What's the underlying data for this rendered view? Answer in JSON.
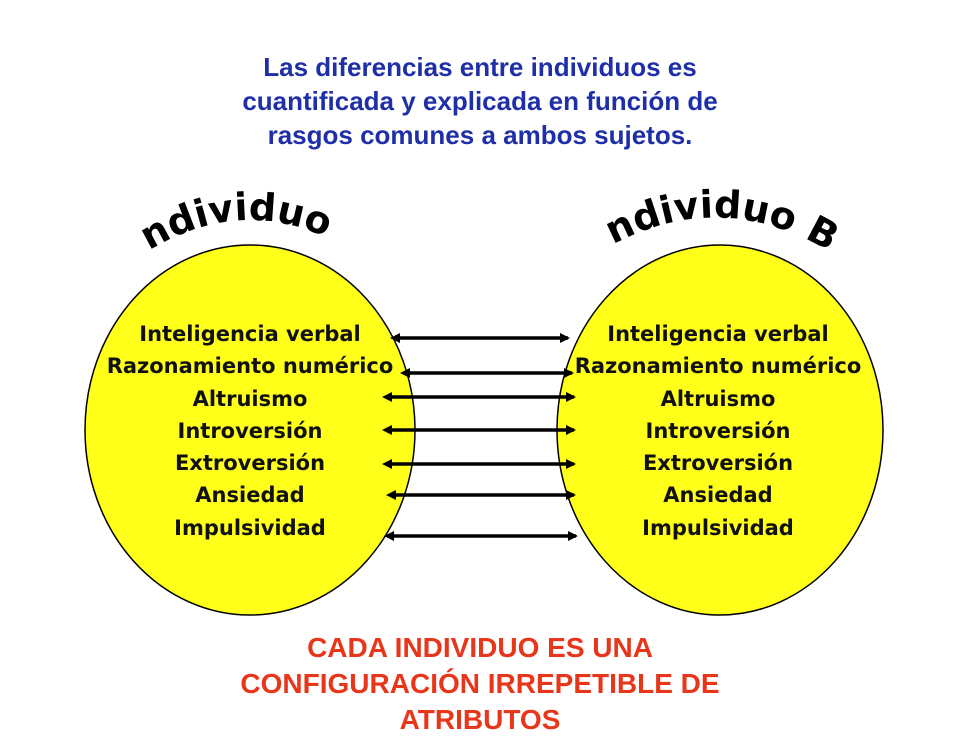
{
  "title_lines": [
    "Las diferencias entre individuos es",
    "cuantificada y explicada en función de",
    "rasgos comunes  a ambos sujetos."
  ],
  "individuals": [
    {
      "label": "Individuo A",
      "traits": [
        "Inteligencia verbal",
        "Razonamiento numérico",
        "Altruismo",
        "Introversión",
        "Extroversión",
        "Ansiedad",
        "Impulsividad"
      ]
    },
    {
      "label": "Individuo B",
      "traits": [
        "Inteligencia verbal",
        "Razonamiento numérico",
        "Altruismo",
        "Introversión",
        "Extroversión",
        "Ansiedad",
        "Impulsividad"
      ]
    }
  ],
  "footer_lines": [
    "CADA INDIVIDUO ES UNA",
    "CONFIGURACIÓN IRREPETIBLE DE",
    "ATRIBUTOS"
  ],
  "colors": {
    "ellipse_fill": "#ffff1a",
    "title": "#1f2fa8",
    "footer": "#e8361b"
  }
}
